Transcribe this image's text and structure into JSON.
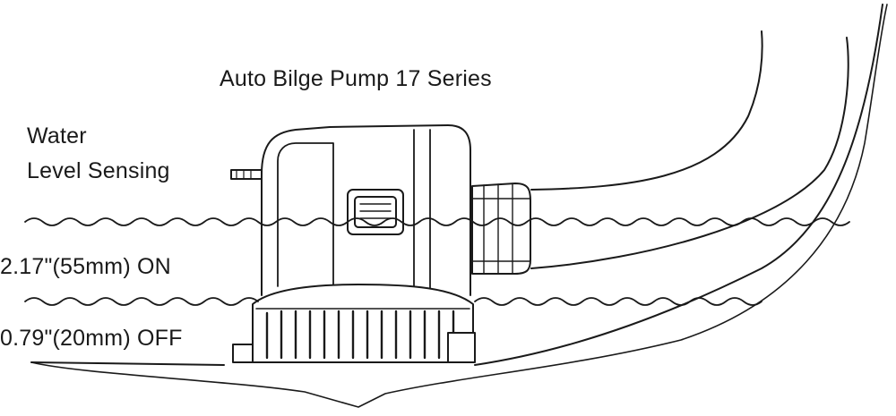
{
  "title": "Auto Bilge Pump 17 Series",
  "sensing_label": {
    "line1": "Water",
    "line2": "Level Sensing"
  },
  "levels": {
    "on": "2.17\"(55mm) ON",
    "off": "0.79\"(20mm) OFF"
  },
  "colors": {
    "line": "#1a1a1a",
    "background": "#ffffff"
  }
}
